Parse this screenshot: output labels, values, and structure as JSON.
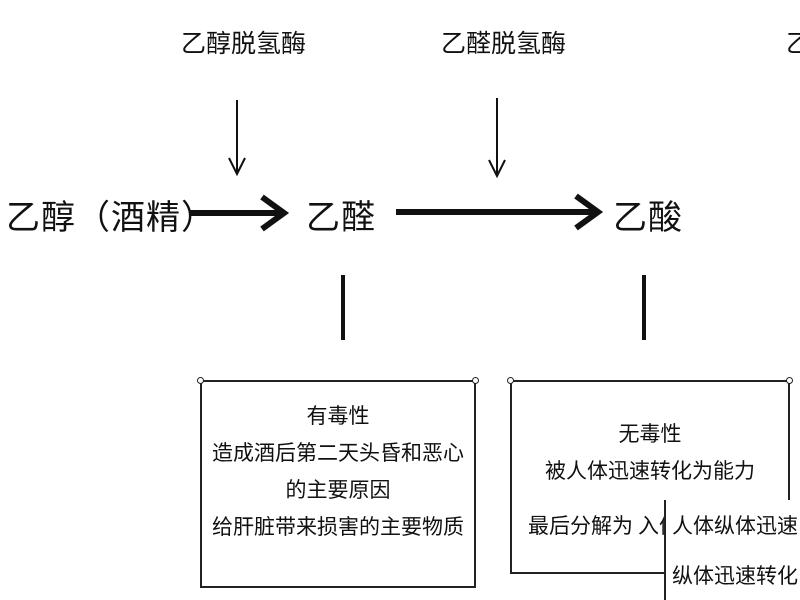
{
  "enzymes": {
    "first": "乙醇脱氢酶",
    "second": "乙醛脱氢酶"
  },
  "compounds": {
    "ethanol": "乙醇（酒精）",
    "acetaldehyde": "乙醛",
    "acetic_acid": "乙酸"
  },
  "acetaldehyde_box": {
    "lines": [
      "有毒性",
      "造成酒后第二天头昏和恶心",
      "的主要原因",
      "给肝脏带来损害的主要物质"
    ]
  },
  "acetic_acid_box": {
    "lines": [
      "无毒性",
      "被人体迅速转化为能力",
      "最后分解为"
    ]
  },
  "overlay_fragments": {
    "a": "入体氺",
    "b": "人体纵体迅速",
    "c": "纵体迅速转化"
  },
  "corner_fragment": "乙",
  "colors": {
    "ink": "#111111",
    "background": "#ffffff"
  }
}
